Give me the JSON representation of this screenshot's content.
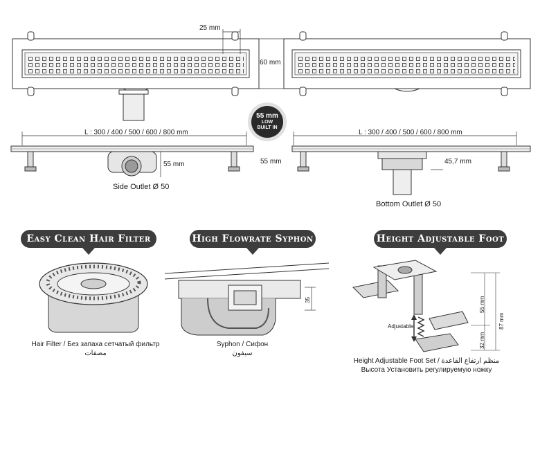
{
  "top_views": {
    "width_dim": "25 mm",
    "height_dim": "60 mm"
  },
  "badge": {
    "line1": "55 mm",
    "line2": "LOW",
    "line3": "BUILT IN"
  },
  "side_views": {
    "length_left": "L : 300 / 400 / 500 / 600 / 800 mm",
    "length_right": "L : 300 / 400 / 500 / 600 / 800 mm",
    "left_outlet_dim": "55 mm",
    "center_dim": "55 mm",
    "right_outlet_dim": "45,7 mm",
    "side_outlet_caption": "Side Outlet Ø 50",
    "bottom_outlet_caption": "Bottom Outlet Ø 50"
  },
  "features": [
    {
      "title": "Easy Clean Hair Filter",
      "caption_line1": "Hair Filter / Без запаха сетчатый фильтр",
      "caption_line2": "مصفات"
    },
    {
      "title": "High Flowrate Syphon",
      "caption_line1": "Syphon / Сифон",
      "caption_line2": "سيفون",
      "dim": "35"
    },
    {
      "title": "Height Adjustable Foot",
      "caption_line1": "Height Adjustable Foot Set / منظم ارتفاع القاعدة",
      "caption_line2": "Высота Установить регулируемую ножку",
      "adjustable_label": "Adjustable",
      "dim_55": "55 mm",
      "dim_32": "32 mm",
      "dim_87": "87 mm"
    }
  ]
}
